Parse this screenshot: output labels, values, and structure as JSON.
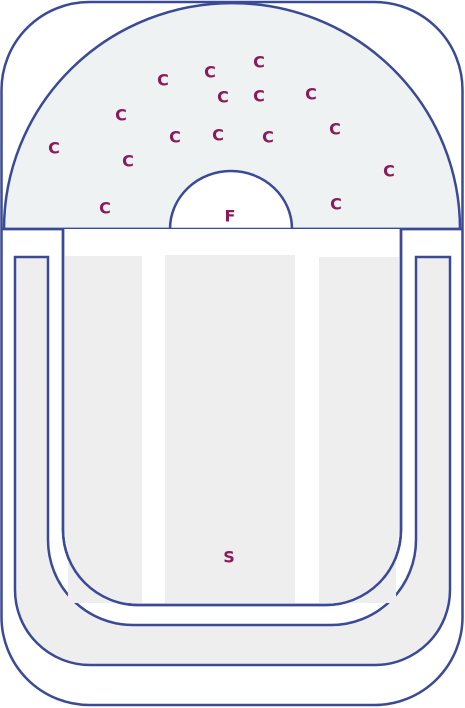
{
  "colors": {
    "outline": "#3b4a96",
    "dome_fill": "#eef2f2",
    "chamber_fill": "#eeeeee",
    "label": "#8b1a5a",
    "background": "#ffffff"
  },
  "labels": {
    "c": "C",
    "f": "F",
    "s": "S"
  }
}
